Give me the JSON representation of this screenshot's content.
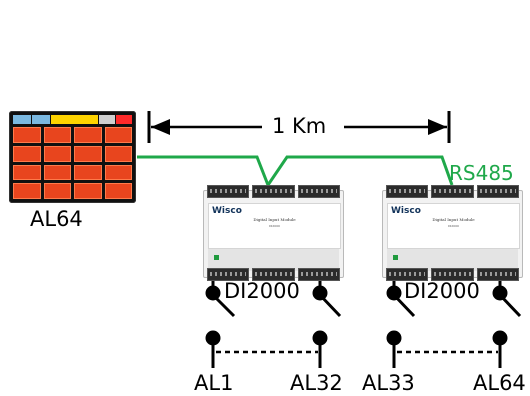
{
  "distance_label": "1 Km",
  "bus_label": "RS485",
  "panel": {
    "name": "AL64",
    "header_cells": [
      "",
      "",
      "",
      "",
      ""
    ],
    "header_colors": [
      "#7ab8e0",
      "#ffd400",
      "#ffffff",
      "#cfcfcf",
      "#ff2a2a"
    ],
    "cell_color": "#e8451e"
  },
  "modules": [
    {
      "name": "DI2000",
      "brand": "Wisco",
      "face_title": "Digital Input Module",
      "face_sub": "DI2000",
      "inputs": [
        "AL1",
        "AL32"
      ]
    },
    {
      "name": "DI2000",
      "brand": "Wisco",
      "face_title": "Digital Input Module",
      "face_sub": "DI2000",
      "inputs": [
        "AL33",
        "AL64"
      ]
    }
  ],
  "colors": {
    "bus": "#1fa84a",
    "line": "#000000"
  }
}
